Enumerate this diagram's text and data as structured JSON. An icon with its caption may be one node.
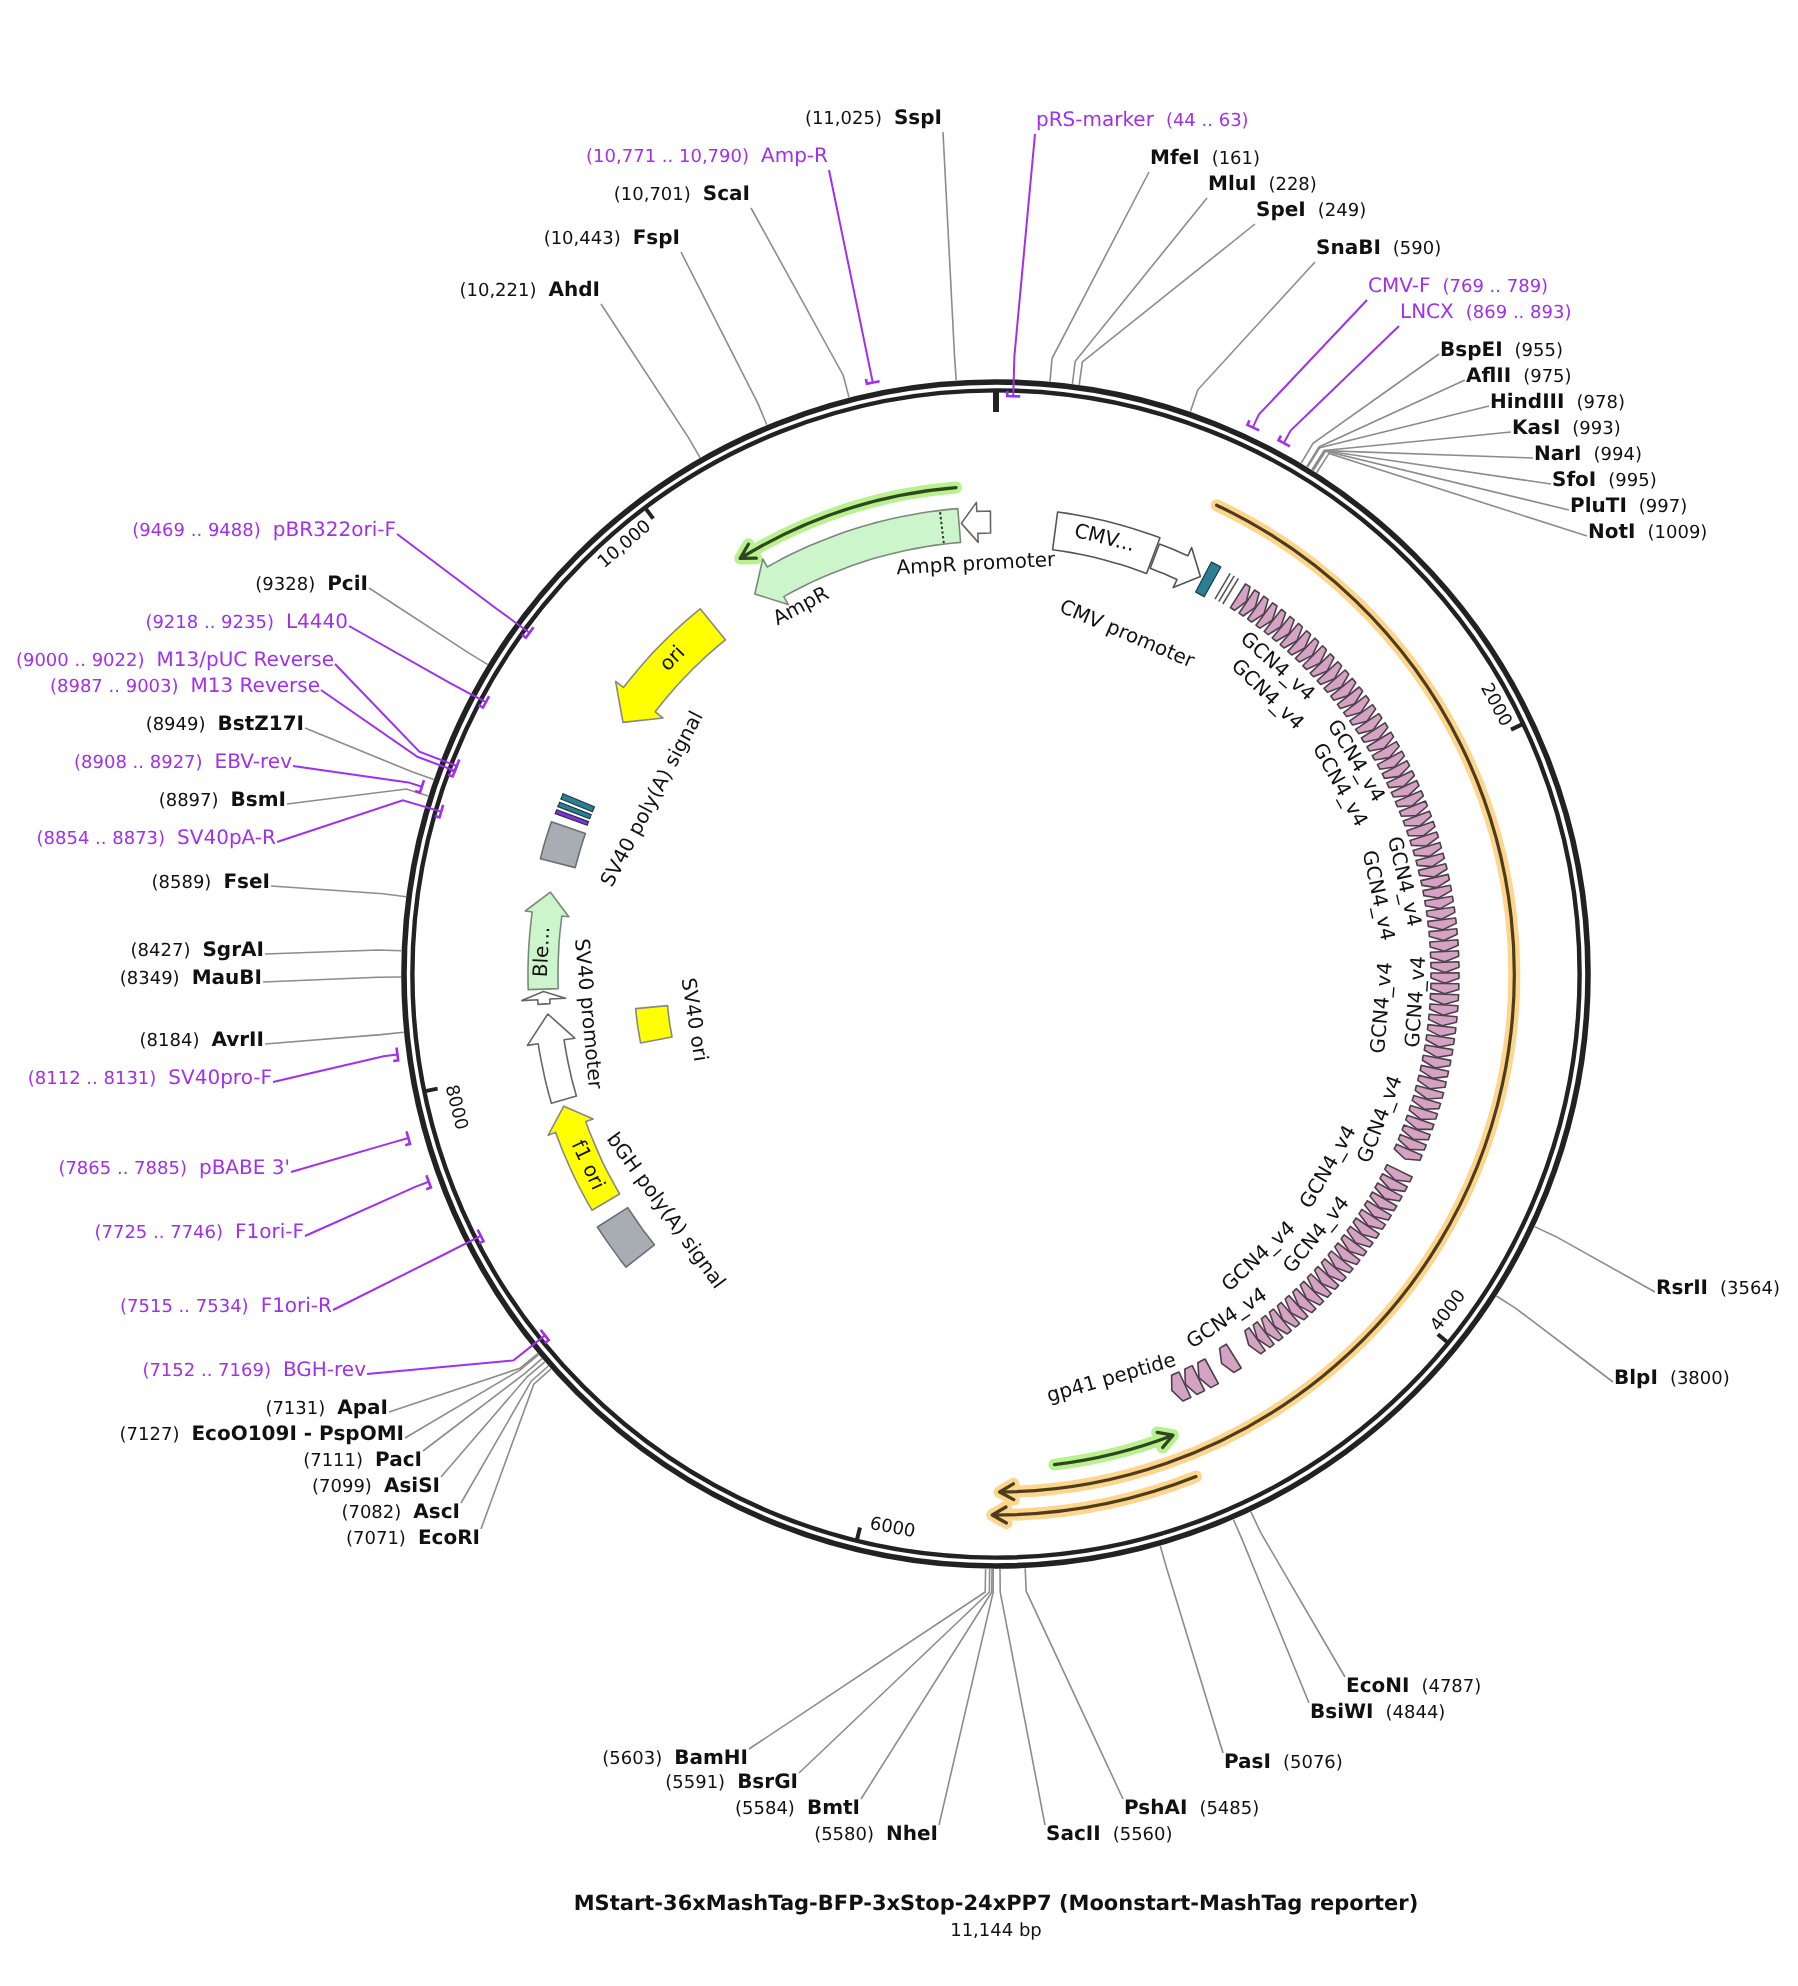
{
  "diagram": {
    "title": "MStart-36xMashTag-BFP-3xStop-24xPP7 (Moonstart-MashTag reporter)",
    "caption": "11,144 bp",
    "nodes": [
      {
        "text": [
          "pRS-marker",
          "(44 .. 63)"
        ]
      },
      {
        "text": [
          "MfeI",
          "(161)"
        ]
      },
      {
        "text": [
          "MluI",
          "(228)"
        ]
      },
      {
        "text": [
          "SpeI",
          "(249)"
        ]
      },
      {
        "text": [
          "SnaBI",
          "(590)"
        ]
      },
      {
        "text": [
          "CMV-F",
          "(769 .. 789)"
        ]
      },
      {
        "text": [
          "LNCX",
          "(869 .. 893)"
        ]
      },
      {
        "text": [
          "BspEI",
          "(955)"
        ]
      },
      {
        "text": [
          "AflII",
          "(975)"
        ]
      },
      {
        "text": [
          "HindIII",
          "(978)"
        ]
      },
      {
        "text": [
          "KasI",
          "(993)"
        ]
      },
      {
        "text": [
          "NarI",
          "(994)"
        ]
      },
      {
        "text": [
          "SfoI",
          "(995)"
        ]
      },
      {
        "text": [
          "PluTI",
          "(997)"
        ]
      },
      {
        "text": [
          "NotI",
          "(1009)"
        ]
      },
      {
        "text": [
          "RsrII",
          "(3564)"
        ]
      },
      {
        "text": [
          "BlpI",
          "(3800)"
        ]
      },
      {
        "text": [
          "EcoNI",
          "(4787)"
        ]
      },
      {
        "text": [
          "BsiWI",
          "(4844)"
        ]
      },
      {
        "text": [
          "PasI",
          "(5076)"
        ]
      },
      {
        "text": [
          "PshAI",
          "(5485)"
        ]
      },
      {
        "text": [
          "SacII",
          "(5560)"
        ]
      },
      {
        "text": [
          "(5580)",
          "NheI"
        ]
      },
      {
        "text": [
          "(5584)",
          "BmtI"
        ]
      },
      {
        "text": [
          "(5591)",
          "BsrGI"
        ]
      },
      {
        "text": [
          "(5603)",
          "BamHI"
        ]
      },
      {
        "text": [
          "(7071)",
          "EcoRI"
        ]
      },
      {
        "text": [
          "(7082)",
          "AscI"
        ]
      },
      {
        "text": [
          "(7099)",
          "AsiSI"
        ]
      },
      {
        "text": [
          "(7111)",
          "PacI"
        ]
      },
      {
        "text": [
          "(7127)",
          "EcoO109I - PspOMI"
        ]
      },
      {
        "text": [
          "(7131)",
          "ApaI"
        ]
      },
      {
        "text": [
          "(7152 .. 7169)",
          "BGH-rev"
        ]
      },
      {
        "text": [
          "(7515 .. 7534)",
          "F1ori-R"
        ]
      },
      {
        "text": [
          "(7725 .. 7746)",
          "F1ori-F"
        ]
      },
      {
        "text": [
          "(7865 .. 7885)",
          "pBABE 3'"
        ]
      },
      {
        "text": [
          "(8112 .. 8131)",
          "SV40pro-F"
        ]
      },
      {
        "text": [
          "(8184)",
          "AvrII"
        ]
      },
      {
        "text": [
          "(8349)",
          "MauBI"
        ]
      },
      {
        "text": [
          "(8427)",
          "SgrAI"
        ]
      },
      {
        "text": [
          "(8589)",
          "FseI"
        ]
      },
      {
        "text": [
          "(8854 .. 8873)",
          "SV40pA-R"
        ]
      },
      {
        "text": [
          "(8897)",
          "BsmI"
        ]
      },
      {
        "text": [
          "(8908 .. 8927)",
          "EBV-rev"
        ]
      },
      {
        "text": [
          "(8949)",
          "BstZ17I"
        ]
      },
      {
        "text": [
          "(8987 .. 9003)",
          "M13 Reverse"
        ]
      },
      {
        "text": [
          "(9000 .. 9022)",
          "M13/pUC Reverse"
        ]
      },
      {
        "text": [
          "(9218 .. 9235)",
          "L4440"
        ]
      },
      {
        "text": [
          "(9328)",
          "PciI"
        ]
      },
      {
        "text": [
          "(9469 .. 9488)",
          "pBR322ori-F"
        ]
      },
      {
        "text": [
          "(10,221)",
          "AhdI"
        ]
      },
      {
        "text": [
          "(10,443)",
          "FspI"
        ]
      },
      {
        "text": [
          "(10,701)",
          "ScaI"
        ]
      },
      {
        "text": [
          "(10,771 .. 10,790)",
          "Amp-R"
        ]
      },
      {
        "text": [
          "(11,025)",
          "SspI"
        ]
      },
      {
        "text": [
          "CMV..."
        ]
      },
      {
        "text": [],
        "shape": "arrow",
        "beside": [
          "CMV promoter"
        ]
      },
      {
        "text": [],
        "shape": "arrow"
      },
      {
        "text": [],
        "shape": "arrow"
      },
      {
        "text": [],
        "shape": "arrow"
      },
      {
        "text": [],
        "shape": "arrow"
      },
      {
        "text": [],
        "shape": "arrow"
      },
      {
        "text": [],
        "shape": "arrow"
      },
      {
        "text": [],
        "shape": "arrow"
      },
      {
        "text": [],
        "shape": "arrow"
      },
      {
        "text": [],
        "shape": "arrow"
      },
      {
        "text": [],
        "shape": "arrow"
      },
      {
        "text": [],
        "shape": "arrow"
      },
      {
        "text": [],
        "shape": "arrow"
      },
      {
        "text": [],
        "shape": "arrow"
      },
      {
        "text": [],
        "shape": "arrow"
      },
      {
        "text": [],
        "shape": "arrow"
      },
      {
        "text": [],
        "shape": "arrow"
      },
      {
        "text": [],
        "shape": "arrow"
      },
      {
        "text": [],
        "shape": "arrow"
      },
      {
        "text": [],
        "shape": "arrow"
      },
      {
        "text": [],
        "shape": "arrow"
      },
      {
        "text": [],
        "shape": "arrow"
      },
      {
        "text": [],
        "shape": "arrow"
      },
      {
        "text": [],
        "shape": "arrow"
      },
      {
        "text": [],
        "shape": "arrow"
      },
      {
        "text": [],
        "shape": "arrow"
      },
      {
        "text": [],
        "shape": "arrow"
      },
      {
        "text": [],
        "shape": "arrow"
      },
      {
        "text": [],
        "shape": "arrow"
      },
      {
        "text": [],
        "shape": "arrow"
      },
      {
        "text": [],
        "shape": "arrow"
      },
      {
        "text": [],
        "shape": "arrow"
      },
      {
        "text": [],
        "shape": "arrow"
      },
      {
        "text": [],
        "shape": "arrow"
      },
      {
        "text": [],
        "shape": "arrow"
      },
      {
        "text": [],
        "shape": "arrow"
      },
      {
        "text": [],
        "shape": "arrow"
      },
      {
        "text": [],
        "shape": "arrow"
      },
      {
        "text": [],
        "shape": "arrow"
      },
      {
        "text": [],
        "shape": "arrow"
      },
      {
        "text": [],
        "shape": "arrow"
      },
      {
        "text": [],
        "shape": "arrow"
      },
      {
        "text": [],
        "shape": "arrow"
      },
      {
        "text": [],
        "shape": "arrow"
      },
      {
        "text": [],
        "shape": "arrow"
      },
      {
        "text": [],
        "shape": "arrow"
      },
      {
        "text": [],
        "shape": "arrow"
      },
      {
        "text": [],
        "shape": "arrow"
      },
      {
        "text": [],
        "shape": "arrow"
      },
      {
        "text": [],
        "shape": "arrow"
      },
      {
        "text": [],
        "shape": "arrow"
      },
      {
        "text": [],
        "shape": "arrow"
      },
      {
        "text": [],
        "shape": "arrow"
      },
      {
        "text": [],
        "shape": "arrow"
      },
      {
        "text": [],
        "shape": "arrow"
      },
      {
        "text": [],
        "shape": "arrow"
      },
      {
        "text": [],
        "shape": "arrow"
      },
      {
        "text": [],
        "shape": "arrow"
      },
      {
        "text": [],
        "shape": "arrow"
      },
      {
        "text": [],
        "shape": "arrow"
      },
      {
        "text": [],
        "shape": "arrow"
      },
      {
        "text": [],
        "shape": "arrow"
      },
      {
        "text": [],
        "shape": "arrow"
      },
      {
        "text": [],
        "shape": "arrow"
      },
      {
        "text": [],
        "shape": "arrow"
      },
      {
        "text": [],
        "shape": "arrow"
      },
      {
        "text": [],
        "shape": "arrow"
      },
      {
        "text": [],
        "shape": "arrow"
      },
      {
        "text": [],
        "shape": "arrow"
      },
      {
        "text": [],
        "shape": "arrow"
      },
      {
        "text": [],
        "shape": "arrow"
      },
      {
        "text": [],
        "shape": "arrow"
      },
      {
        "text": [],
        "shape": "arrow"
      },
      {
        "text": [],
        "shape": "arrow"
      },
      {
        "text": [],
        "shape": "arrow"
      },
      {
        "text": [],
        "shape": "arrow"
      },
      {
        "text": [],
        "shape": "arrow"
      },
      {
        "text": [],
        "shape": "arrow"
      },
      {
        "text": [],
        "shape": "arrow"
      },
      {
        "text": [],
        "shape": "arrow"
      },
      {
        "text": [],
        "shape": "arrow"
      },
      {
        "text": [],
        "shape": "arrow"
      },
      {
        "text": [],
        "shape": "arrow"
      },
      {
        "text": [],
        "shape": "arrow"
      },
      {
        "text": [],
        "shape": "arrow"
      },
      {
        "text": [],
        "shape": "arrow"
      },
      {
        "text": [],
        "shape": "arrow"
      },
      {
        "text": [],
        "shape": "box",
        "beside": [
          "bGH poly(A) signal"
        ]
      },
      {
        "text": [
          "f1 ori"
        ]
      },
      {
        "text": [],
        "shape": "arrow",
        "beside": [
          "SV40 promoter"
        ]
      },
      {
        "text": [],
        "shape": "arrow"
      },
      {
        "text": [
          "Ble..."
        ]
      },
      {
        "text": [],
        "shape": "box",
        "beside": [
          "SV40 ori"
        ]
      },
      {
        "text": [],
        "shape": "box"
      },
      {
        "text": [
          "ori"
        ]
      },
      {
        "text": [],
        "shape": "arrow",
        "beside": [
          "AmpR"
        ]
      },
      {
        "text": [],
        "shape": "arrow",
        "beside": [
          "AmpR promoter"
        ]
      }
    ],
    "edges": [
      {
        "from": 0,
        "to": null,
        "arrow": "other",
        "color": "#a030f0"
      },
      {
        "from": 1,
        "to": null,
        "arrow": "none"
      },
      {
        "from": 2,
        "to": null,
        "arrow": "none"
      },
      {
        "from": 3,
        "to": null,
        "arrow": "none"
      },
      {
        "from": 4,
        "to": null,
        "arrow": "none"
      },
      {
        "from": 5,
        "to": null,
        "arrow": "other",
        "color": "#a030f0"
      },
      {
        "from": 6,
        "to": null,
        "arrow": "other",
        "color": "#a030f0"
      },
      {
        "from": 7,
        "to": null,
        "arrow": "none"
      },
      {
        "from": 8,
        "to": null,
        "arrow": "none"
      },
      {
        "from": 9,
        "to": null,
        "arrow": "none"
      },
      {
        "from": 10,
        "to": null,
        "arrow": "none"
      },
      {
        "from": 11,
        "to": null,
        "arrow": "none"
      },
      {
        "from": 12,
        "to": null,
        "arrow": "none"
      },
      {
        "from": 13,
        "to": null,
        "arrow": "none"
      },
      {
        "from": 14,
        "to": null,
        "arrow": "none"
      },
      {
        "from": 15,
        "to": null,
        "arrow": "none"
      },
      {
        "from": 16,
        "to": null,
        "arrow": "none"
      },
      {
        "from": 17,
        "to": null,
        "arrow": "none"
      },
      {
        "from": 18,
        "to": null,
        "arrow": "none"
      },
      {
        "from": 19,
        "to": null,
        "arrow": "none"
      },
      {
        "from": 20,
        "to": null,
        "arrow": "none"
      },
      {
        "from": 21,
        "to": null,
        "arrow": "none"
      },
      {
        "from": 22,
        "to": null,
        "arrow": "none"
      },
      {
        "from": 23,
        "to": null,
        "arrow": "none"
      },
      {
        "from": 24,
        "to": null,
        "arrow": "none"
      },
      {
        "from": 25,
        "to": null,
        "arrow": "none"
      },
      {
        "from": 26,
        "to": null,
        "arrow": "none"
      },
      {
        "from": 27,
        "to": null,
        "arrow": "none"
      },
      {
        "from": 28,
        "to": null,
        "arrow": "none"
      },
      {
        "from": 29,
        "to": null,
        "arrow": "none"
      },
      {
        "from": 30,
        "to": null,
        "arrow": "none"
      },
      {
        "from": 31,
        "to": null,
        "arrow": "none"
      },
      {
        "from": 32,
        "to": null,
        "arrow": "other",
        "color": "#a030f0"
      },
      {
        "from": 33,
        "to": null,
        "arrow": "other",
        "color": "#a030f0"
      },
      {
        "from": 34,
        "to": null,
        "arrow": "other",
        "color": "#a030f0"
      },
      {
        "from": 35,
        "to": null,
        "arrow": "other",
        "color": "#a030f0"
      },
      {
        "from": 36,
        "to": null,
        "arrow": "other",
        "color": "#a030f0"
      },
      {
        "from": 37,
        "to": null,
        "arrow": "none"
      },
      {
        "from": 38,
        "to": null,
        "arrow": "none"
      },
      {
        "from": 39,
        "to": null,
        "arrow": "none"
      },
      {
        "from": 40,
        "to": null,
        "arrow": "none"
      },
      {
        "from": 41,
        "to": null,
        "arrow": "other",
        "color": "#a030f0"
      },
      {
        "from": 42,
        "to": null,
        "arrow": "none"
      },
      {
        "from": 43,
        "to": null,
        "arrow": "other",
        "color": "#a030f0"
      },
      {
        "from": 44,
        "to": null,
        "arrow": "none"
      },
      {
        "from": 45,
        "to": null,
        "arrow": "other",
        "color": "#a030f0"
      },
      {
        "from": 46,
        "to": null,
        "arrow": "other",
        "color": "#a030f0"
      },
      {
        "from": 47,
        "to": null,
        "arrow": "other",
        "color": "#a030f0"
      },
      {
        "from": 48,
        "to": null,
        "arrow": "none"
      },
      {
        "from": 49,
        "to": null,
        "arrow": "other",
        "color": "#a030f0"
      },
      {
        "from": 50,
        "to": null,
        "arrow": "none"
      },
      {
        "from": 51,
        "to": null,
        "arrow": "none"
      },
      {
        "from": 52,
        "to": null,
        "arrow": "none"
      },
      {
        "from": 53,
        "to": null,
        "arrow": "other",
        "color": "#a030f0"
      },
      {
        "from": 54,
        "to": null,
        "arrow": "none"
      }
    ],
    "labels": [
      "2000",
      "4000",
      "6000",
      "8000",
      "10,000",
      "GCN4_v4",
      "GCN4_v4",
      "GCN4_v4",
      "GCN4_v4",
      "GCN4_v4",
      "GCN4_v4",
      "GCN4_v4",
      "GCN4_v4",
      "GCN4_v4",
      "GCN4_v4",
      "GCN4_v4",
      "GCN4_v4",
      "GCN4_v4",
      "gp41 peptide",
      "SV40 poly(A) signal"
    ]
  }
}
